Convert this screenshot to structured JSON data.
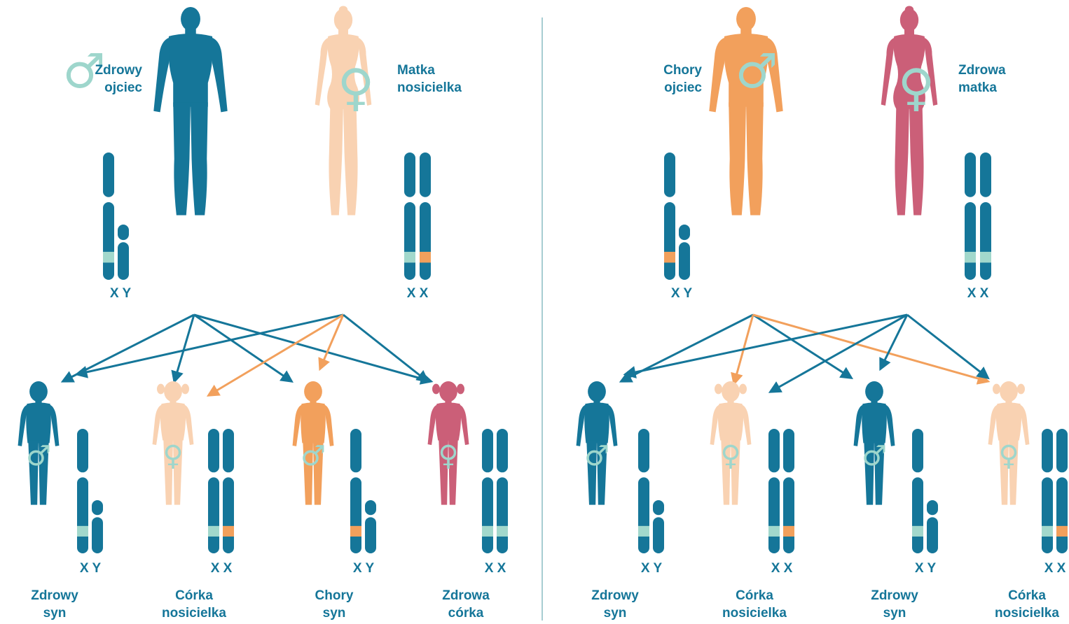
{
  "colors": {
    "healthy": "#157699",
    "carrier": "#f9d2b2",
    "affected": "#f2a05c",
    "healthy_female": "#cb5f78",
    "symbol": "#9ed6cc",
    "label": "#157699",
    "divider": "#a7cdd2",
    "band_normal": "#a2d8cc",
    "band_mutant": "#f2a05c"
  },
  "symbols": {
    "male": "♂",
    "female": "♀"
  },
  "panels": [
    {
      "father": {
        "label_line1": "Zdrowy",
        "label_line2": "ojciec",
        "status": "healthy",
        "chromosomes": {
          "text": "X Y",
          "x_band": "normal"
        }
      },
      "mother": {
        "label_line1": "Matka",
        "label_line2": "nosicielka",
        "status": "carrier",
        "chromosomes": {
          "text": "X X",
          "bands": [
            "normal",
            "mutant"
          ]
        }
      },
      "children": [
        {
          "sex": "male",
          "status": "healthy",
          "label_line1": "Zdrowy",
          "label_line2": "syn",
          "chrom_text": "X Y",
          "bands": [
            "normal"
          ]
        },
        {
          "sex": "female",
          "status": "carrier",
          "label_line1": "Córka",
          "label_line2": "nosicielka",
          "chrom_text": "X X",
          "bands": [
            "normal",
            "mutant"
          ]
        },
        {
          "sex": "male",
          "status": "affected",
          "label_line1": "Chory",
          "label_line2": "syn",
          "chrom_text": "X Y",
          "bands": [
            "mutant"
          ]
        },
        {
          "sex": "female",
          "status": "healthy_female",
          "label_line1": "Zdrowa",
          "label_line2": "córka",
          "chrom_text": "X X",
          "bands": [
            "normal",
            "normal"
          ]
        }
      ]
    },
    {
      "father": {
        "label_line1": "Chory",
        "label_line2": "ojciec",
        "status": "affected",
        "chromosomes": {
          "text": "X Y",
          "x_band": "mutant"
        }
      },
      "mother": {
        "label_line1": "Zdrowa",
        "label_line2": "matka",
        "status": "healthy_female",
        "chromosomes": {
          "text": "X X",
          "bands": [
            "normal",
            "normal"
          ]
        }
      },
      "children": [
        {
          "sex": "male",
          "status": "healthy",
          "label_line1": "Zdrowy",
          "label_line2": "syn",
          "chrom_text": "X Y",
          "bands": [
            "normal"
          ]
        },
        {
          "sex": "female",
          "status": "carrier",
          "label_line1": "Córka",
          "label_line2": "nosicielka",
          "chrom_text": "X X",
          "bands": [
            "normal",
            "mutant"
          ]
        },
        {
          "sex": "male",
          "status": "healthy",
          "label_line1": "Zdrowy",
          "label_line2": "syn",
          "chrom_text": "X Y",
          "bands": [
            "normal"
          ]
        },
        {
          "sex": "female",
          "status": "carrier",
          "label_line1": "Córka",
          "label_line2": "nosicielka",
          "chrom_text": "X X",
          "bands": [
            "normal",
            "mutant"
          ]
        }
      ]
    }
  ]
}
